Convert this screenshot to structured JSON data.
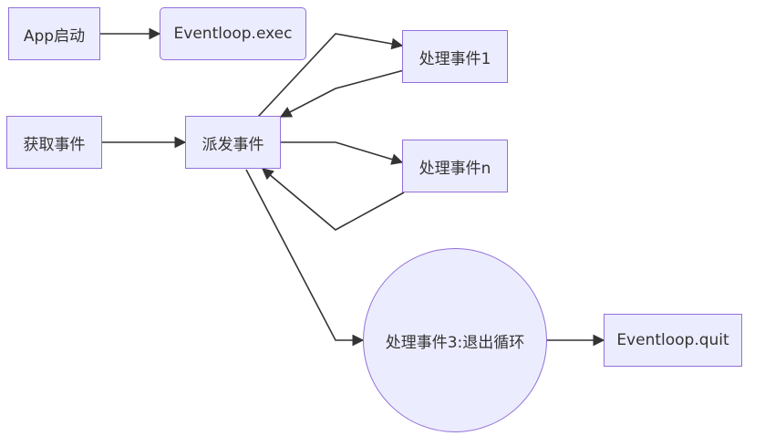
{
  "diagram": {
    "nodes": {
      "app_start": "App启动",
      "eventloop_exec": "Eventloop.exec",
      "get_event": "获取事件",
      "dispatch_event": "派发事件",
      "handle_event_1": "处理事件1",
      "handle_event_n": "处理事件n",
      "handle_event_3_quit": "处理事件3:退出循环",
      "eventloop_quit": "Eventloop.quit"
    },
    "edges": [
      {
        "from": "App启动",
        "to": "Eventloop.exec"
      },
      {
        "from": "获取事件",
        "to": "派发事件"
      },
      {
        "from": "派发事件",
        "to": "处理事件1"
      },
      {
        "from": "处理事件1",
        "to": "派发事件"
      },
      {
        "from": "派发事件",
        "to": "处理事件n"
      },
      {
        "from": "处理事件n",
        "to": "派发事件"
      },
      {
        "from": "派发事件",
        "to": "处理事件3:退出循环"
      },
      {
        "from": "处理事件3:退出循环",
        "to": "Eventloop.quit"
      }
    ],
    "colors": {
      "node_fill": "#ececff",
      "node_border": "#9370db",
      "edge": "#333333",
      "text": "#333333"
    }
  }
}
